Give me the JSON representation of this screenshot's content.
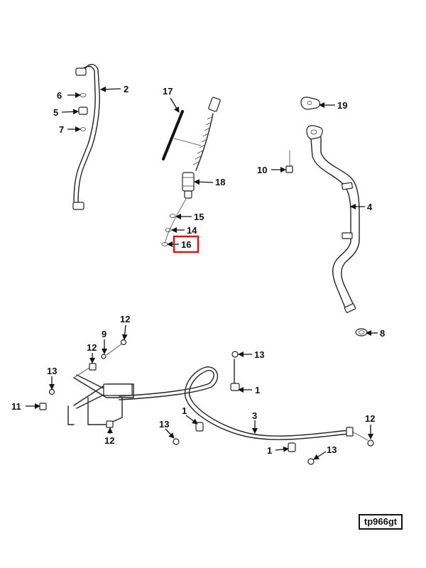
{
  "reference_code": "tp966gt",
  "highlighted_callout": "16",
  "highlight_color": "#e01010",
  "callouts": [
    {
      "id": "c-2",
      "text": "2"
    },
    {
      "id": "c-6",
      "text": "6"
    },
    {
      "id": "c-5",
      "text": "5"
    },
    {
      "id": "c-7",
      "text": "7"
    },
    {
      "id": "c-17",
      "text": "17"
    },
    {
      "id": "c-18",
      "text": "18"
    },
    {
      "id": "c-15",
      "text": "15"
    },
    {
      "id": "c-14",
      "text": "14"
    },
    {
      "id": "c-16",
      "text": "16"
    },
    {
      "id": "c-19",
      "text": "19"
    },
    {
      "id": "c-10",
      "text": "10"
    },
    {
      "id": "c-4",
      "text": "4"
    },
    {
      "id": "c-8",
      "text": "8"
    },
    {
      "id": "c-12a",
      "text": "12"
    },
    {
      "id": "c-9",
      "text": "9"
    },
    {
      "id": "c-12b",
      "text": "12"
    },
    {
      "id": "c-13a",
      "text": "13"
    },
    {
      "id": "c-11",
      "text": "11"
    },
    {
      "id": "c-12c",
      "text": "12"
    },
    {
      "id": "c-13b",
      "text": "13"
    },
    {
      "id": "c-1a",
      "text": "1"
    },
    {
      "id": "c-1b",
      "text": "1"
    },
    {
      "id": "c-13c",
      "text": "13"
    },
    {
      "id": "c-3",
      "text": "3"
    },
    {
      "id": "c-12d",
      "text": "12"
    },
    {
      "id": "c-1c",
      "text": "1"
    },
    {
      "id": "c-13d",
      "text": "13"
    }
  ]
}
